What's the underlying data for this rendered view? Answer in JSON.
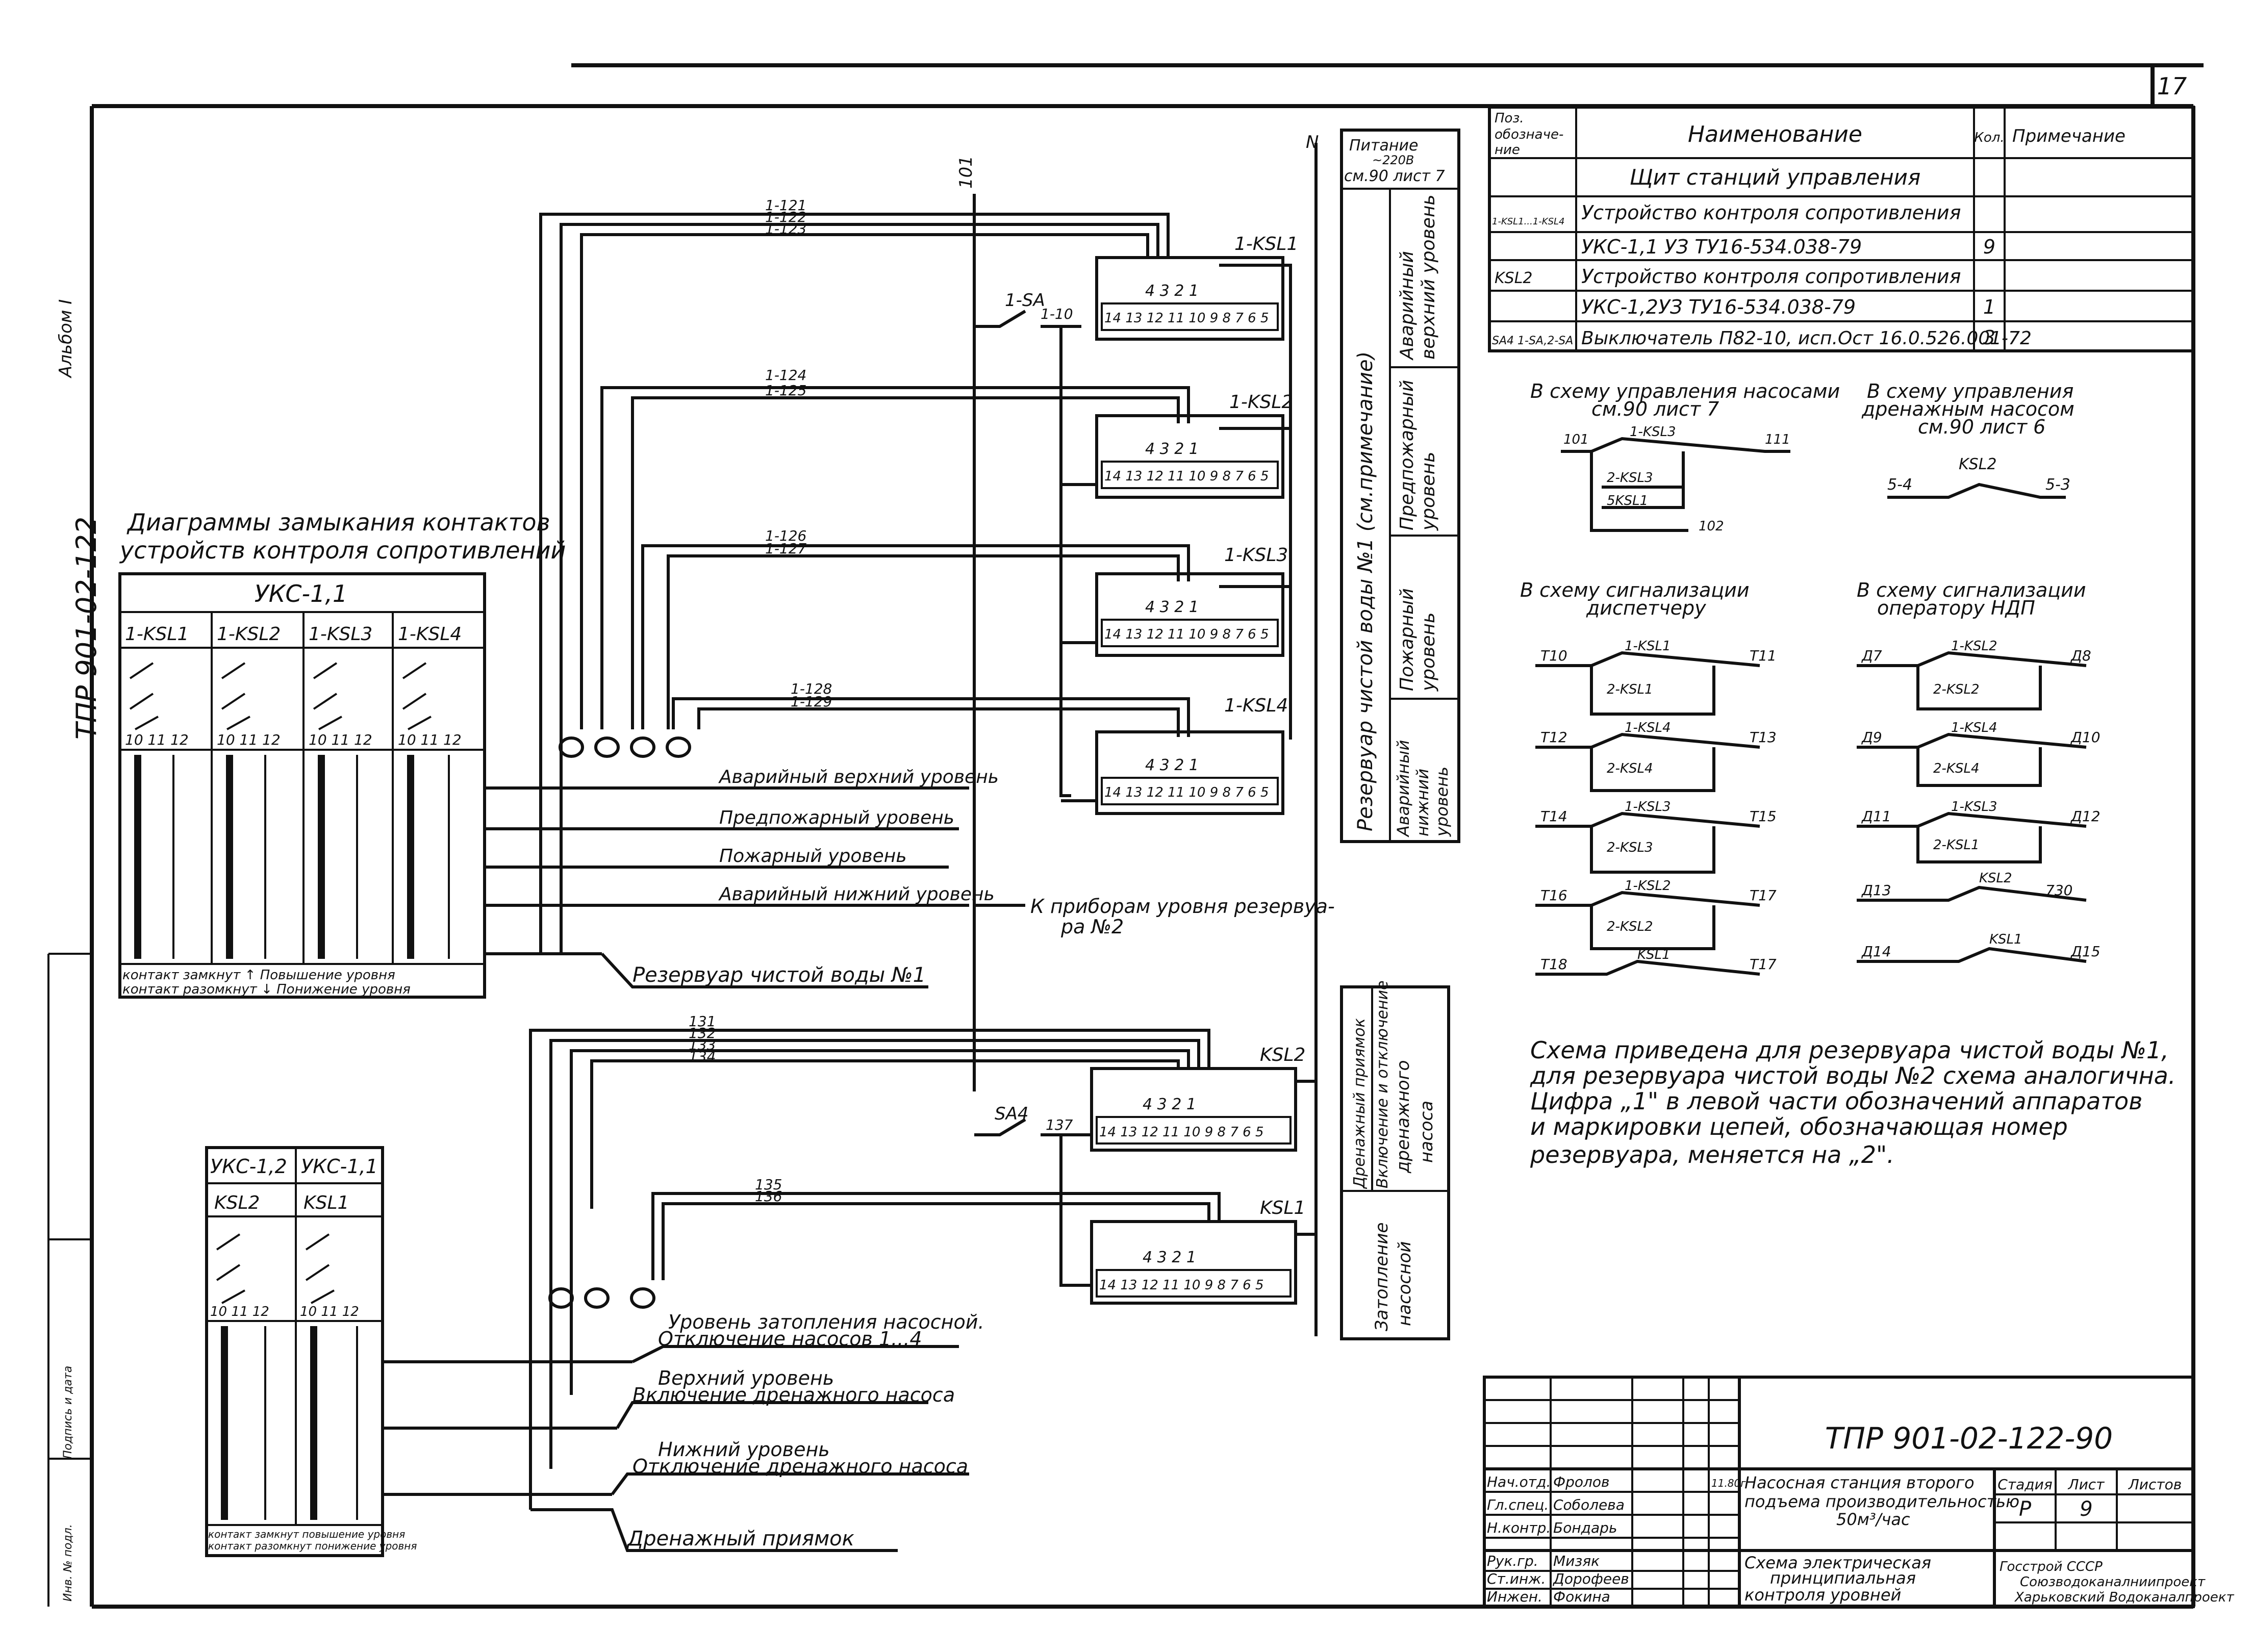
{
  "frame": {
    "sheet_number": "17",
    "side_stamp_top": "Альбом I",
    "side_doc_code": "ТПР 901-02-122",
    "side_stamp_mid": "Подпись и дата",
    "side_stamp_bottom": "Инв. № подл."
  },
  "spec_table": {
    "headers": [
      "Поз.",
      "Наименование",
      "Кол.",
      "Примечание"
    ],
    "headers_pos_line2": "обозначе-",
    "headers_pos_line3": "ние",
    "rows": [
      {
        "pos": "",
        "name": "Щит станций управления",
        "qty": ""
      },
      {
        "pos": "1-KSL1...1-KSL4",
        "name": "Устройство контроля сопротивления",
        "qty": ""
      },
      {
        "pos": "",
        "name": "УКС-1,1 УЗ  ТУ16-534.038-79",
        "qty": "9"
      },
      {
        "pos": "KSL2",
        "name": "Устройство контроля сопротивления",
        "qty": ""
      },
      {
        "pos": "",
        "name": "УКС-1,2УЗ ТУ16-534.038-79",
        "qty": "1"
      },
      {
        "pos": "SA4 1-SA,2-SA",
        "name": "Выключатель П82-10, исп.Ост 16.0.526.001-72",
        "qty": "3"
      }
    ]
  },
  "contact_diagram": {
    "title_line1": "Диаграммы замыкания контактов",
    "title_line2": "устройств контроля сопротивлений",
    "device": "УКС-1,1",
    "columns": [
      "1-KSL1",
      "1-KSL2",
      "1-KSL3",
      "1-KSL4"
    ],
    "terminals": "10  11  12",
    "legend_line1": "контакт замкнут  ↑ Повышение уровня",
    "legend_line2": "контакт разомкнут ↓ Понижение уровня"
  },
  "contact_diagram_2": {
    "devices": [
      "УКС-1,2",
      "УКС-1,1"
    ],
    "columns": [
      "KSL2",
      "KSL1"
    ],
    "legend_line1": "контакт замкнут  повышение уровня",
    "legend_line2": "контакт разомкнут понижение уровня"
  },
  "buses": {
    "bus_101": "101",
    "bus_n": "N"
  },
  "switches": {
    "upper": "1-SA",
    "lower": "SA4"
  },
  "wires_upper": [
    "1-121",
    "1-122",
    "1-123",
    "1-124",
    "1-125",
    "1-126",
    "1-127",
    "1-128",
    "1-129"
  ],
  "wires_upper_misc": {
    "w_1_10": "1-10"
  },
  "wires_lower": [
    "131",
    "132",
    "133",
    "134",
    "135",
    "136"
  ],
  "wires_lower_misc": {
    "w_137": "137"
  },
  "relays": [
    {
      "name": "1-KSL1"
    },
    {
      "name": "1-KSL2"
    },
    {
      "name": "1-KSL3"
    },
    {
      "name": "1-KSL4"
    }
  ],
  "relays_lower": [
    {
      "name": "KSL2"
    },
    {
      "name": "KSL1"
    }
  ],
  "relays_common": {
    "top_pins": "4 3 2 1",
    "bottom_pins": "14 13 12 11 10 9 8 7 6 5"
  },
  "levels_upper": [
    "Аварийный верхний уровень",
    "Предпожарный уровень",
    "Пожарный уровень",
    "Аварийный нижний уровень"
  ],
  "to_devices": {
    "line1": "К приборам уровня резервуа-",
    "line2": "ра №2"
  },
  "reservoir_label": "Резервуар чистой воды №1",
  "levels_lower": [
    {
      "line1": "Уровень затопления насосной.",
      "line2": "Отключение насосов 1...4"
    },
    {
      "line1": "Верхний уровень",
      "line2": "Включение дренажного насоса"
    },
    {
      "line1": "Нижний уровень",
      "line2": "Отключение дренажного насоса"
    }
  ],
  "drainage_pit": "Дренажный приямок",
  "right_column": {
    "power": {
      "line1": "Питание",
      "line2": "~220В",
      "line3": "см.90 лист 7"
    },
    "reservoir": "Резервуар чистой воды №1 (см.примечание)",
    "levels": [
      {
        "line1": "Аварийный",
        "line2": "верхний уровень"
      },
      {
        "line1": "Предпожарный",
        "line2": "уровень"
      },
      {
        "line1": "Пожарный",
        "line2": "уровень"
      },
      {
        "line1": "Аварийный",
        "line2": "нижний",
        "line3": "уровень"
      }
    ]
  },
  "right_column_lower": {
    "drainage": {
      "line1": "Дренажный приямок",
      "line2": "Включение и отключение",
      "line3": "дренажного",
      "line4": "насоса"
    },
    "flooding": {
      "line1": "Затопление",
      "line2": "насосной"
    }
  },
  "pump_control": {
    "heading_line1": "В схему управления насосами",
    "heading_line2": "см.90 лист 7",
    "nodes": [
      "101",
      "111",
      "1-KSL3",
      "2-KSL3",
      "5KSL1",
      "102"
    ]
  },
  "drain_control": {
    "heading_line1": "В схему управления",
    "heading_line2": "дренажным насосом",
    "heading_line3": "см.90 лист 6",
    "nodes": [
      "5-4",
      "KSL2",
      "5-3"
    ]
  },
  "dispatcher": {
    "heading_line1": "В схему сигнализации",
    "heading_line2": "диспетчеру",
    "terminals": [
      "Т10",
      "Т11",
      "Т12",
      "Т13",
      "Т14",
      "Т15",
      "Т16",
      "Т17",
      "Т18",
      "Т17"
    ],
    "contacts": [
      "1-KSL1",
      "2-KSL1",
      "1-KSL4",
      "2-KSL4",
      "1-KSL3",
      "2-KSL3",
      "1-KSL2",
      "2-KSL2",
      "KSL1"
    ]
  },
  "operator": {
    "heading_line1": "В схему сигнализации",
    "heading_line2": "оператору НДП",
    "terminals": [
      "Д7",
      "Д8",
      "Д9",
      "Д10",
      "Д11",
      "Д12",
      "Д13",
      "730",
      "Д14",
      "Д15"
    ],
    "contacts": [
      "1-KSL2",
      "2-KSL2",
      "1-KSL4",
      "2-KSL4",
      "1-KSL3",
      "2-KSL1",
      "KSL2",
      "KSL1"
    ]
  },
  "note": [
    "Схема приведена для резервуара чистой воды №1,",
    "для резервуара чистой воды №2 схема аналогична.",
    "Цифра „1\" в левой части обозначений аппаратов",
    "и маркировки цепей, обозначающая номер",
    "резервуара, меняется на „2\"."
  ],
  "title_block": {
    "doc_code": "ТПР 901-02-122-90",
    "staff": [
      {
        "role": "Нач.отд.",
        "name": "Фролов"
      },
      {
        "role": "Гл.спец.",
        "name": "Соболева"
      },
      {
        "role": "Н.контр.",
        "name": "Бондарь"
      },
      {
        "role": "Рук.гр.",
        "name": "Мизяк"
      },
      {
        "role": "Ст.инж.",
        "name": "Дорофеев"
      },
      {
        "role": "Инжен.",
        "name": "Фокина"
      }
    ],
    "date": "11.80г",
    "project_line1": "Насосная станция второго",
    "project_line2": "подъема производительностью",
    "project_line3": "50м³/час",
    "sheet_name_line1": "Схема электрическая",
    "sheet_name_line2": "принципиальная",
    "sheet_name_line3": "контроля уровней",
    "stage_label": "Стадия",
    "sheet_label": "Лист",
    "sheets_label": "Листов",
    "stage": "Р",
    "sheet": "9",
    "org_line1": "Госстрой СССР",
    "org_line2": "Союзводоканалниипроект",
    "org_line3": "Харьковский Водоканалпроект"
  }
}
